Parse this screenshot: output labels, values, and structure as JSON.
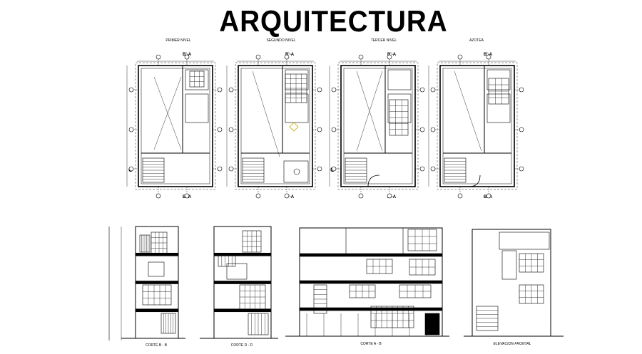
{
  "sheet": {
    "title": "ARQUITECTURA",
    "plans": [
      {
        "level": "PRIMER NIVEL",
        "cut_mark": "B'-A"
      },
      {
        "level": "SEGUNDO NIVEL",
        "cut_mark": "B'-A"
      },
      {
        "level": "TERCER NIVEL",
        "cut_mark": "B'-A"
      },
      {
        "level": "AZOTEA",
        "cut_mark": "B'-A"
      }
    ],
    "sections": [
      {
        "label": "CORTE B - B"
      },
      {
        "label": "CORTE D - D"
      },
      {
        "label": "CORTE A - B"
      },
      {
        "label": "ELEVACION FRONTAL"
      }
    ],
    "axis_marks": [
      "C",
      "C"
    ]
  }
}
